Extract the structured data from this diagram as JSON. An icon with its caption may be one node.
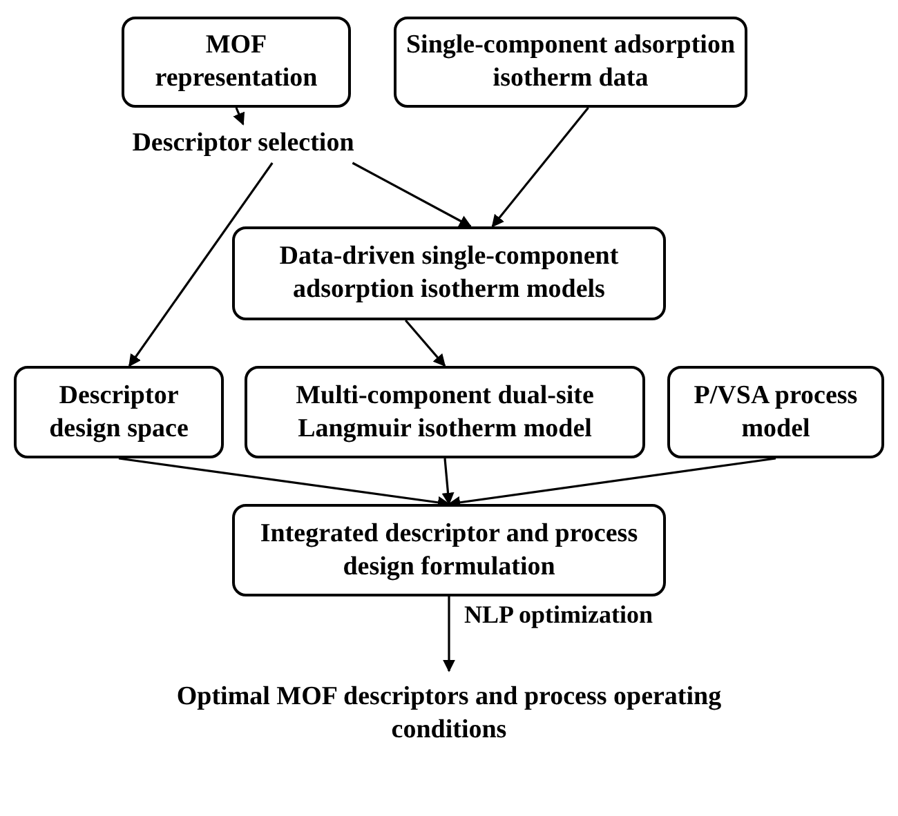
{
  "diagram": {
    "nodes": [
      {
        "text": [
          "MOF representation"
        ]
      },
      {
        "text": [
          "Single-component adsorption isotherm data"
        ]
      },
      {
        "text": [
          "Descriptor selection"
        ]
      },
      {
        "text": [
          "Data-driven single-component adsorption isotherm models"
        ]
      },
      {
        "text": [
          "Descriptor design space"
        ]
      },
      {
        "text": [
          "Multi-component dual-site Langmuir isotherm model"
        ]
      },
      {
        "text": [
          "P/VSA process model"
        ]
      },
      {
        "text": [
          "Integrated descriptor and process design formulation"
        ]
      },
      {
        "text": [
          "Optimal MOF descriptors and process operating conditions"
        ]
      }
    ],
    "edges": [
      {
        "from": 0,
        "to": 2,
        "arrow": "to"
      },
      {
        "from": 1,
        "to": 3,
        "arrow": "to"
      },
      {
        "from": 2,
        "to": 3,
        "arrow": "to"
      },
      {
        "from": 2,
        "to": 4,
        "arrow": "to"
      },
      {
        "from": 3,
        "to": 5,
        "arrow": "to"
      },
      {
        "from": 4,
        "to": 7,
        "arrow": "to"
      },
      {
        "from": 5,
        "to": 7,
        "arrow": "to"
      },
      {
        "from": 6,
        "to": 7,
        "arrow": "to"
      },
      {
        "from": 7,
        "to": 8,
        "arrow": "to",
        "label": "NLP optimization"
      }
    ]
  }
}
